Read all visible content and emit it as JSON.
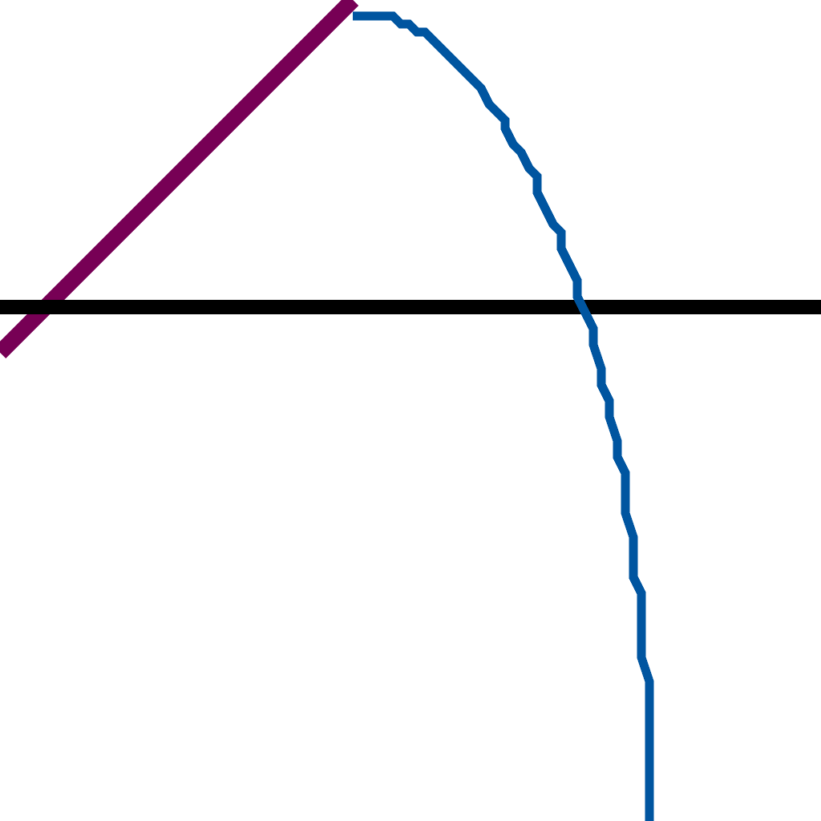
{
  "diagram": {
    "description_type": "pixelated geometric line figure",
    "colors": {
      "background": "#ffffff",
      "horizontal_line": "#000000",
      "diagonal_line": "#770055",
      "curve": "#0055a0"
    },
    "elements": [
      "horizontal-line",
      "diagonal-line",
      "arc-curve"
    ]
  }
}
